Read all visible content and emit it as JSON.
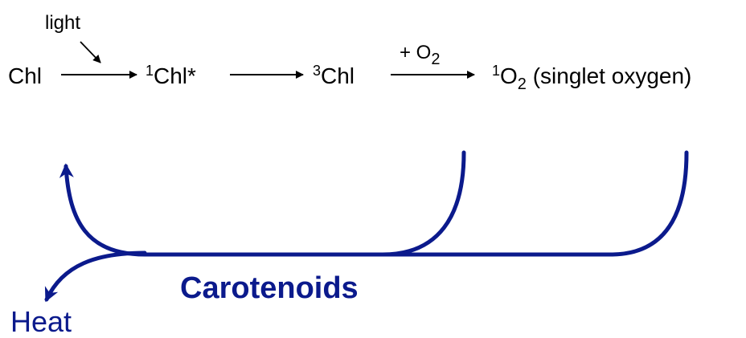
{
  "reaction": {
    "start": "Chl",
    "excited_singlet": {
      "superscript": "1",
      "symbol": "Chl*"
    },
    "triplet": {
      "superscript": "3",
      "symbol": "Chl"
    },
    "product": {
      "superscript": "1",
      "base": "O",
      "subscript": "2",
      "description": " (singlet oxygen)"
    },
    "light_label": "light",
    "oxygen_label": {
      "prefix": "+ O",
      "subscript": "2"
    }
  },
  "quenching": {
    "carotenoids_label": "Carotenoids",
    "heat_label": "Heat"
  },
  "colors": {
    "text": "#000000",
    "quench": "#0b1a8c"
  }
}
